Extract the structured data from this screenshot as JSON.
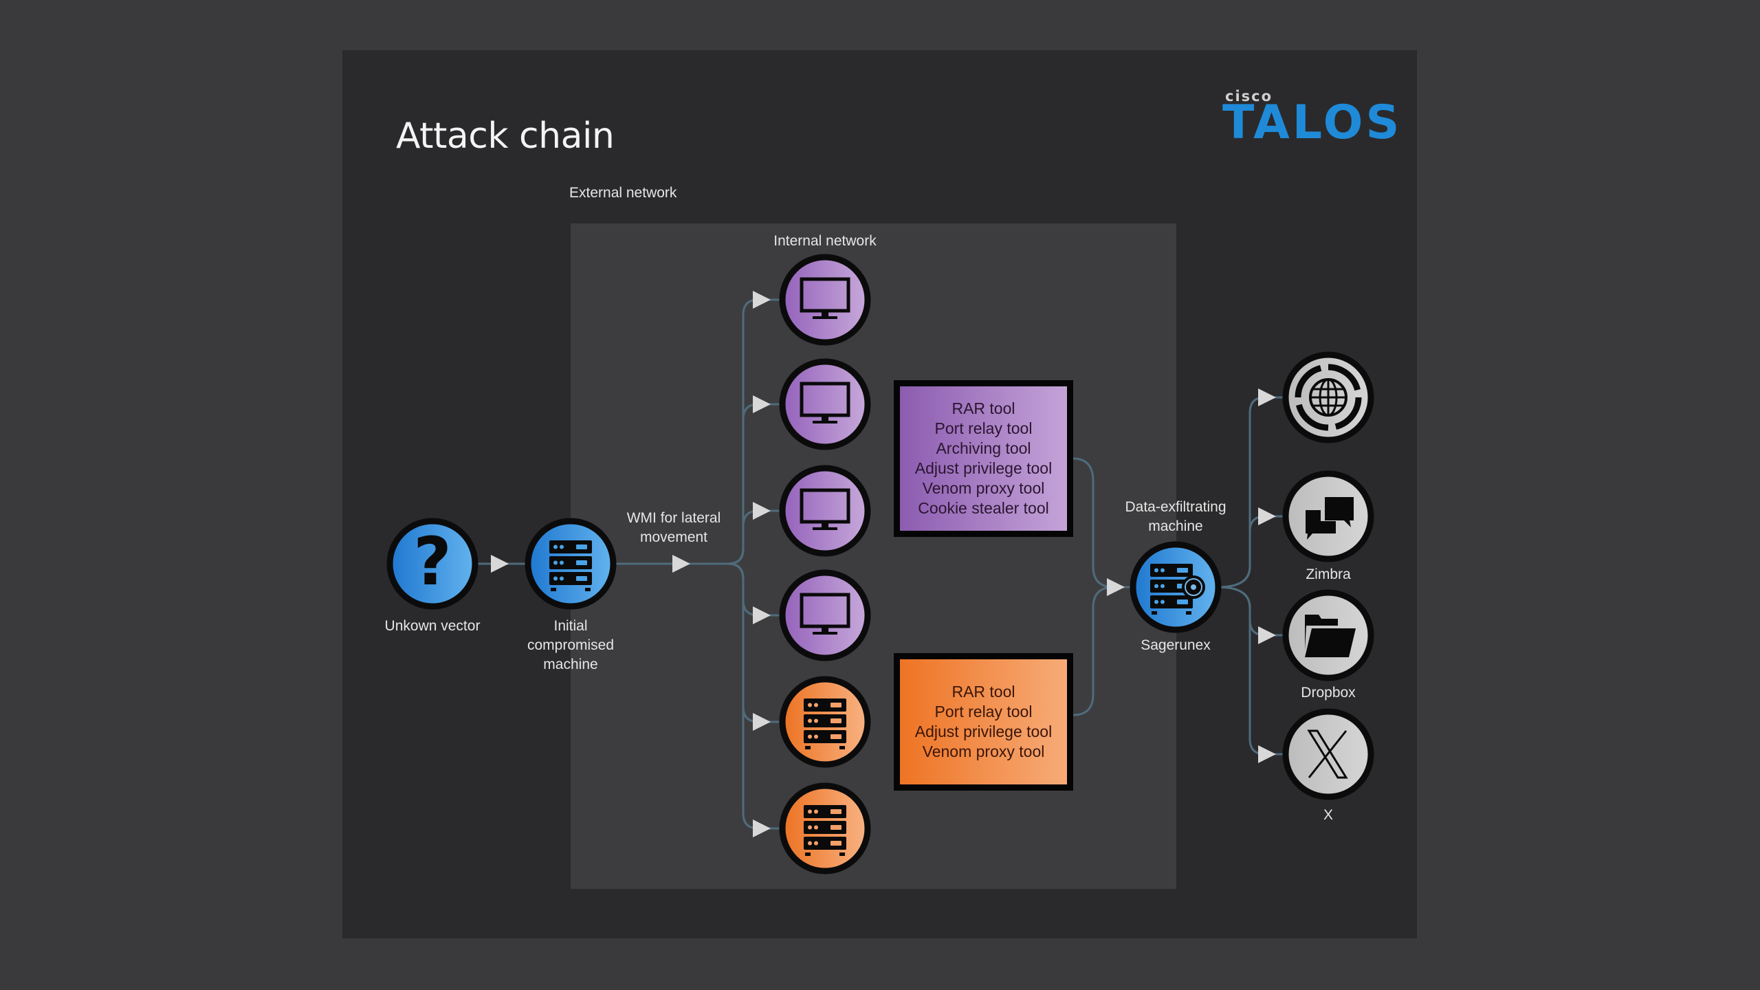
{
  "title": "Attack chain",
  "logo": {
    "brand": "cisco",
    "product": "Talos"
  },
  "labels": {
    "external_network": "External network",
    "internal_network": "Internal network",
    "lateral_movement_line1": "WMI for lateral",
    "lateral_movement_line2": "movement",
    "exfil_line1": "Data-exfiltrating",
    "exfil_line2": "machine"
  },
  "nodes": {
    "unknown_vector": {
      "label": "Unkown vector",
      "icon": "question-mark-icon",
      "color": "#2f8fe0"
    },
    "initial_machine": {
      "label_lines": [
        "Initial",
        "compromised",
        "machine"
      ],
      "icon": "server-icon",
      "color": "#2f8fe0"
    },
    "internal_hosts": [
      {
        "icon": "monitor-icon",
        "color": "#a77bc8"
      },
      {
        "icon": "monitor-icon",
        "color": "#a77bc8"
      },
      {
        "icon": "monitor-icon",
        "color": "#a77bc8"
      },
      {
        "icon": "monitor-icon",
        "color": "#a77bc8"
      },
      {
        "icon": "server-icon",
        "color": "#f08840"
      },
      {
        "icon": "server-icon",
        "color": "#f08840"
      }
    ],
    "exfil_machine": {
      "label": "Sagerunex",
      "icon": "biohazard-server-icon",
      "color": "#2f8fe0"
    },
    "destinations": [
      {
        "label": "",
        "icon": "globe-icon"
      },
      {
        "label": "Zimbra",
        "icon": "chat-icon"
      },
      {
        "label": "Dropbox",
        "icon": "folder-icon"
      },
      {
        "label": "X",
        "icon": "x-logo-icon"
      }
    ]
  },
  "toolsets": {
    "workstation_tools": [
      "RAR tool",
      "Port relay tool",
      "Archiving tool",
      "Adjust privilege tool",
      "Venom proxy tool",
      "Cookie stealer tool"
    ],
    "server_tools": [
      "RAR tool",
      "Port relay tool",
      "Adjust privilege tool",
      "Venom proxy tool"
    ]
  },
  "colors": {
    "connector": "#4f6b7c",
    "arrow": "#d8d8d8",
    "brand_blue": "#1f8ad8"
  }
}
